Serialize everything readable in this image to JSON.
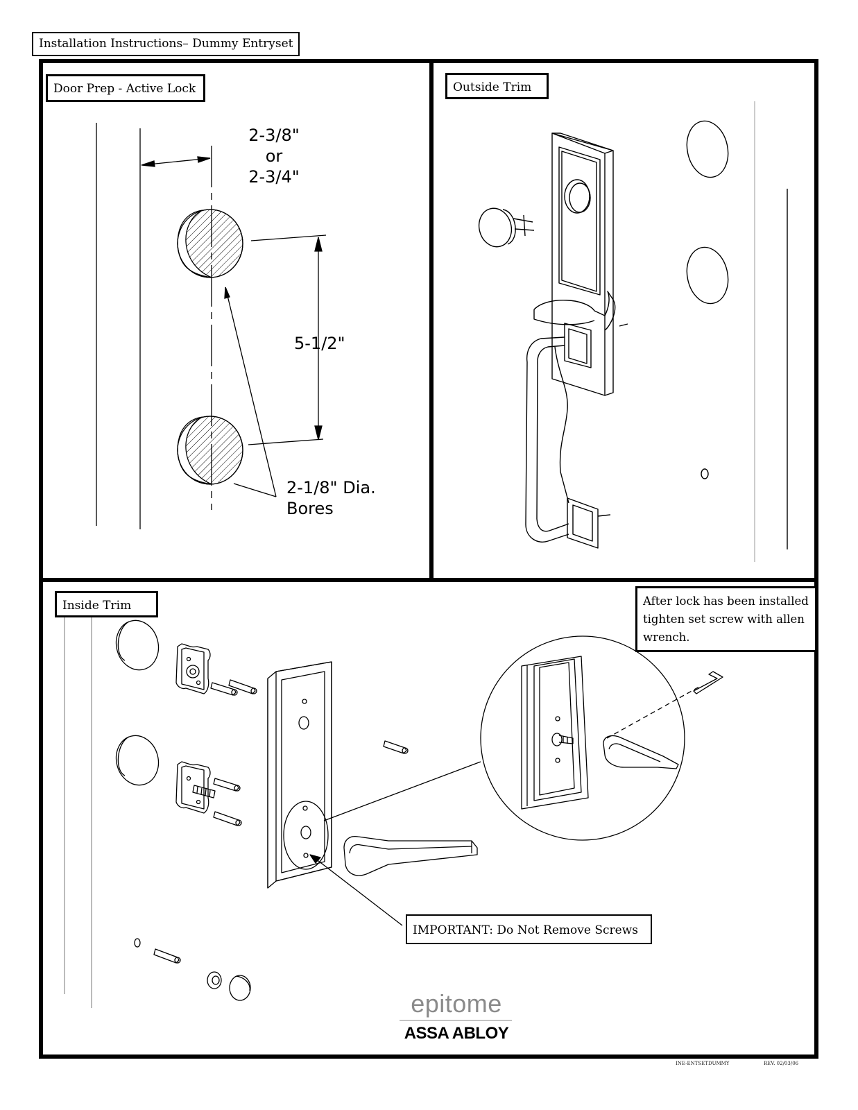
{
  "document": {
    "title": "Installation Instructions– Dummy Entryset",
    "doc_number": "INE-ENTSETDUMMY",
    "revision": "REV. 02/03/06"
  },
  "panels": {
    "door_prep": {
      "label": "Door Prep - Active Lock",
      "backset": [
        "2-3/8\"",
        "or",
        "2-3/4\""
      ],
      "spacing": "5-1/2\"",
      "bores": [
        "2-1/8\" Dia.",
        "Bores"
      ]
    },
    "outside_trim": {
      "label": "Outside Trim"
    },
    "inside_trim": {
      "label": "Inside Trim",
      "note": [
        "After lock has been installed",
        "tighten set screw with allen",
        "wrench."
      ],
      "warning": "IMPORTANT: Do Not Remove Screws"
    }
  },
  "brand": {
    "name": "epitome",
    "parent": "ASSA ABLOY"
  },
  "colors": {
    "line": "#000000",
    "logo_gray": "#8a8a8a"
  }
}
